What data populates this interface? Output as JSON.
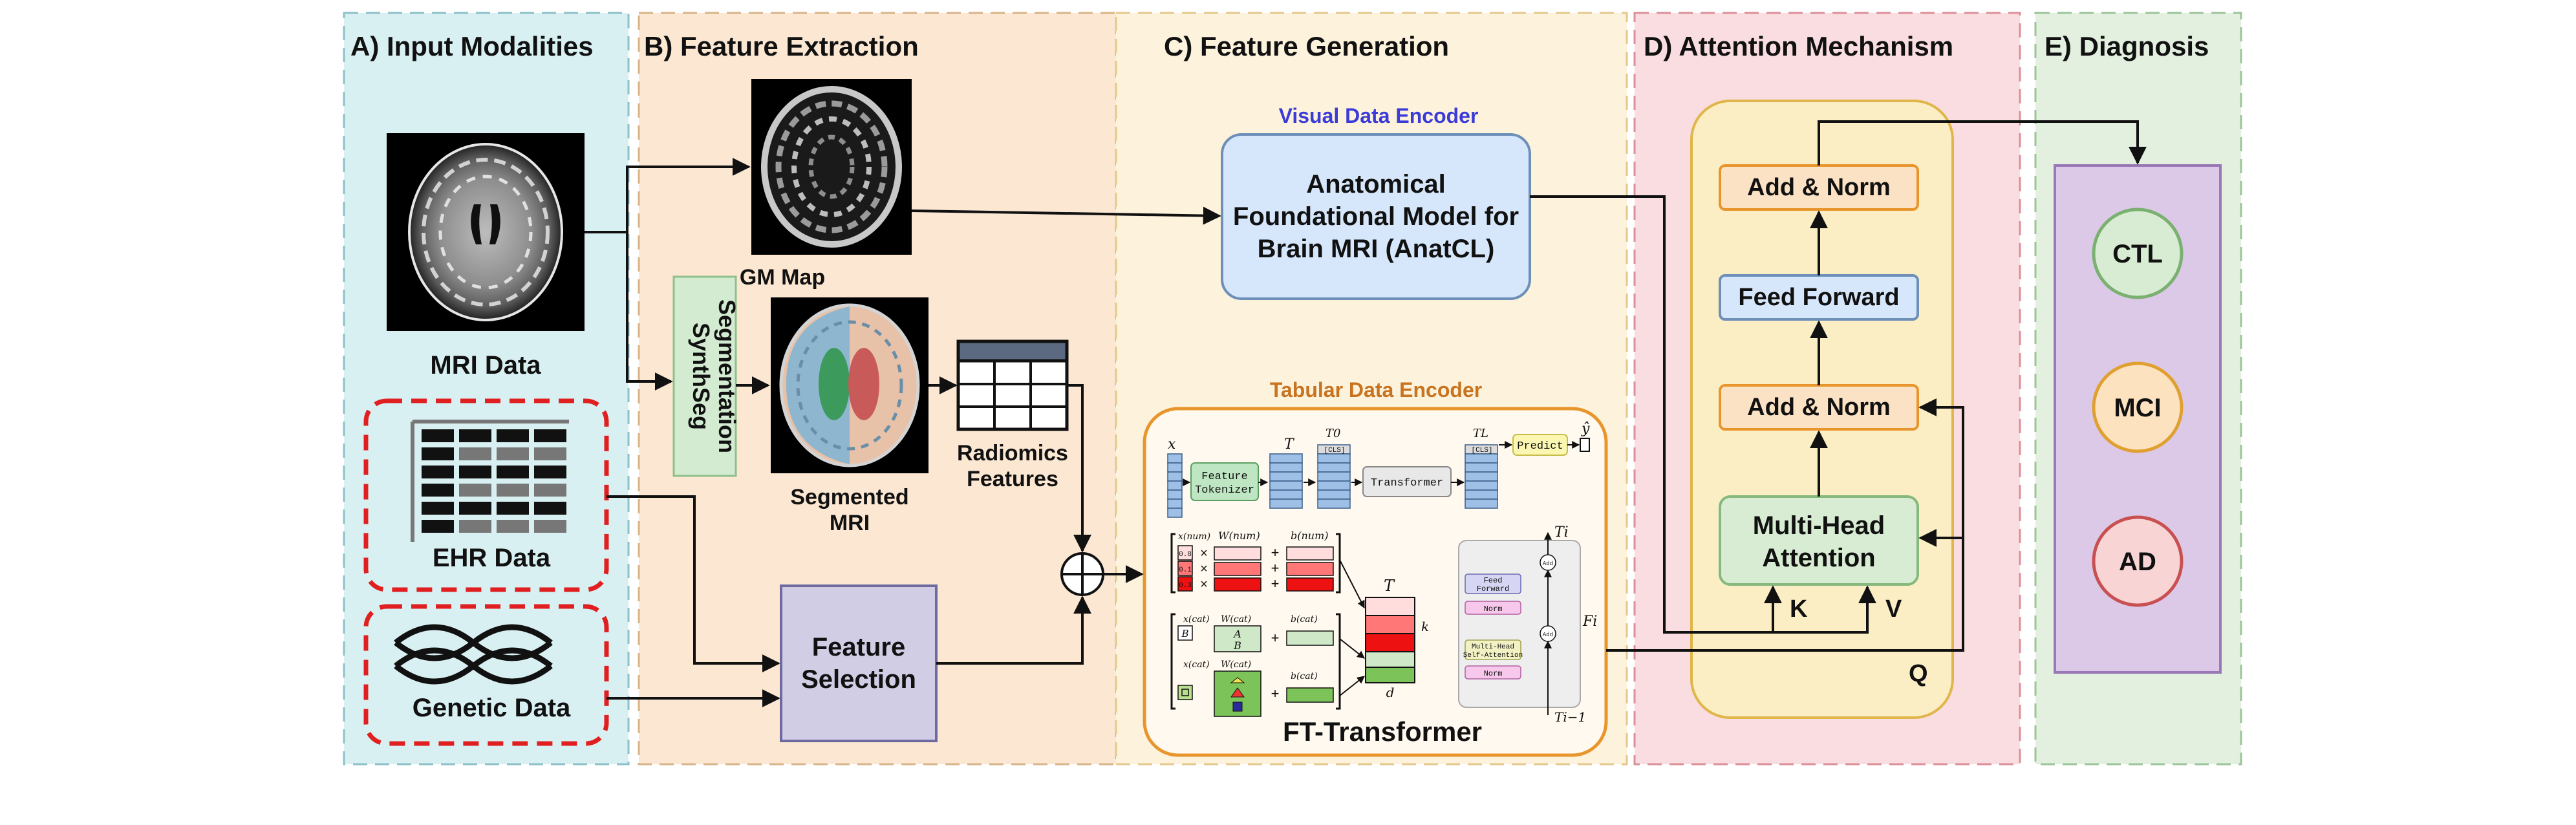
{
  "panels": {
    "a": {
      "title": "A) Input Modalities",
      "mri_label": "MRI Data",
      "ehr_label": "EHR Data",
      "genetic_label": "Genetic Data"
    },
    "b": {
      "title": "B) Feature Extraction",
      "gm_label": "GM Map",
      "synthseg_line1": "SynthSeg",
      "synthseg_line2": "Segmentation",
      "segmented_line1": "Segmented",
      "segmented_line2": "MRI",
      "radiomics_line1": "Radiomics",
      "radiomics_line2": "Features",
      "feature_selection_line1": "Feature",
      "feature_selection_line2": "Selection"
    },
    "c": {
      "title": "C) Feature Generation",
      "visual_encoder_title": "Visual Data Encoder",
      "visual_line1": "Anatomical",
      "visual_line2": "Foundational Model for",
      "visual_line3": "Brain MRI (AnatCL)",
      "tabular_encoder_title": "Tabular Data Encoder",
      "ft_transformer_label": "FT-Transformer",
      "feature_tokenizer_line1": "Feature",
      "feature_tokenizer_line2": "Tokenizer",
      "transformer_label": "Transformer",
      "predict_label": "Predict",
      "feed_forward_small_line1": "Feed",
      "feed_forward_small_line2": "Forward",
      "norm_label": "Norm",
      "mhsa_line1": "Multi-Head",
      "mhsa_line2": "Self-Attention",
      "add_small": "Add",
      "cls_token": "[CLS]",
      "sym_x": "x",
      "sym_T": "T",
      "sym_T0": "T0",
      "sym_TL": "TL",
      "sym_yhat": "ŷ",
      "sym_Ti": "Ti",
      "sym_Ti_1": "Ti−1",
      "sym_Fi": "Fi",
      "sym_k": "k",
      "sym_d": "d",
      "sym_W_num": "W(num)",
      "sym_b_num": "b(num)",
      "sym_x_num": "x(num)",
      "sym_x_cat": "x(cat)",
      "sym_W_cat": "W(cat)",
      "sym_b_cat": "b(cat)",
      "sym_A": "A",
      "sym_B": "B",
      "sym_box_B": "B",
      "sym_x_num_vals": [
        "0.8",
        "0.1",
        "0.3"
      ],
      "sym_times": "×",
      "sym_plus": "+"
    },
    "d": {
      "title": "D) Attention Mechanism",
      "add_norm_top": "Add & Norm",
      "feed_forward": "Feed Forward",
      "add_norm_mid": "Add & Norm",
      "mha_line1": "Multi-Head",
      "mha_line2": "Attention",
      "k_label": "K",
      "v_label": "V",
      "q_label": "Q"
    },
    "e": {
      "title": "E) Diagnosis",
      "classes": [
        "CTL",
        "MCI",
        "AD"
      ]
    }
  },
  "colors": {
    "panel_a": "#d9f0f3",
    "panel_b": "#fbe7d2",
    "panel_c": "#fdf2dc",
    "panel_d": "#f9dde0",
    "panel_e": "#e3f0e0",
    "visual_encoder_title": "#3b3bd8",
    "tabular_encoder_title": "#c7731f",
    "ehr_dashed": "#e02020"
  }
}
